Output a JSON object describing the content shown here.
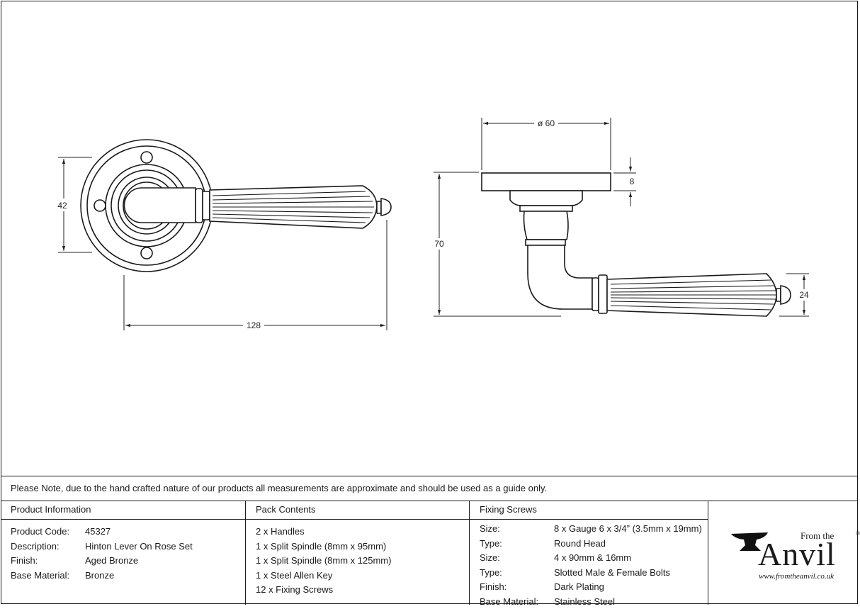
{
  "dimensions": {
    "front_height": "42",
    "front_length": "128",
    "rose_diameter": "ø 60",
    "rose_thickness": "8",
    "side_height": "70",
    "lever_height": "24"
  },
  "note": "Please Note, due to the hand crafted nature of our products all measurements are approximate and should be used as a guide only.",
  "product_info": {
    "heading": "Product Information",
    "rows": [
      {
        "label": "Product Code:",
        "value": "45327"
      },
      {
        "label": "Description:",
        "value": "Hinton Lever On Rose Set"
      },
      {
        "label": "Finish:",
        "value": "Aged Bronze"
      },
      {
        "label": "Base Material:",
        "value": "Bronze"
      }
    ]
  },
  "pack_contents": {
    "heading": "Pack Contents",
    "items": [
      "2 x Handles",
      "1 x Split Spindle (8mm x 95mm)",
      "1 x Split Spindle (8mm x 125mm)",
      "1 x Steel Allen Key",
      "12 x Fixing Screws"
    ]
  },
  "fixing_screws": {
    "heading": "Fixing Screws",
    "rows": [
      {
        "label": "Size:",
        "value": "8 x Gauge 6 x 3/4” (3.5mm x 19mm)"
      },
      {
        "label": "Type:",
        "value": "Round Head"
      },
      {
        "label": "Size:",
        "value": "4 x 90mm & 16mm"
      },
      {
        "label": "Type:",
        "value": "Slotted Male & Female Bolts"
      },
      {
        "label": "Finish:",
        "value": "Dark Plating"
      },
      {
        "label": "Base Material:",
        "value": "Stainless Steel"
      }
    ]
  },
  "logo": {
    "from_the": "From the",
    "name": "Anvil",
    "reg": "®",
    "url": "www.fromtheanvil.co.uk"
  }
}
